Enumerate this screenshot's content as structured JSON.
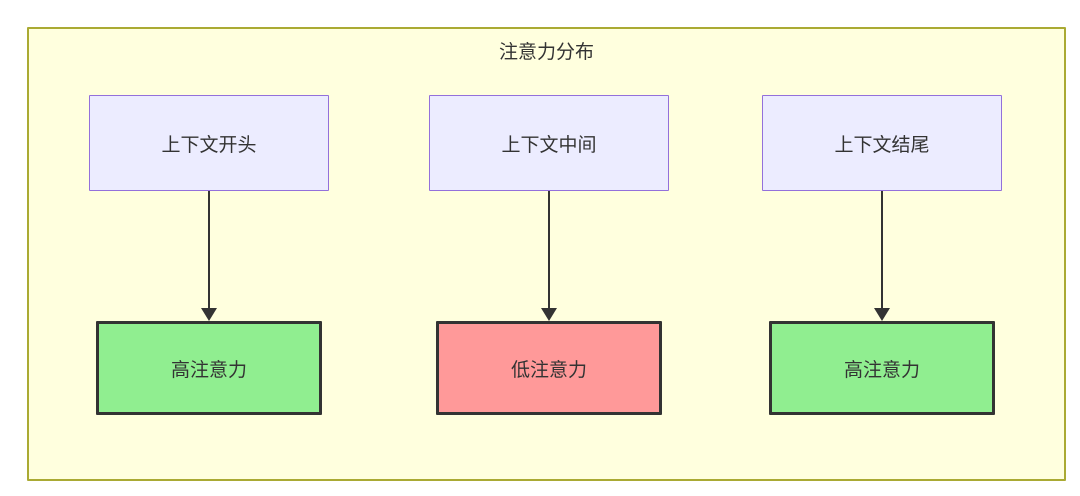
{
  "diagram": {
    "title": "注意力分布",
    "columns": [
      {
        "source": "上下文开头",
        "target": "高注意力",
        "target_type": "high"
      },
      {
        "source": "上下文中间",
        "target": "低注意力",
        "target_type": "low"
      },
      {
        "source": "上下文结尾",
        "target": "高注意力",
        "target_type": "high"
      }
    ],
    "colors": {
      "container_fill": "#ffffde",
      "container_border": "#aaaa33",
      "source_node_fill": "#ececff",
      "source_node_border": "#9370db",
      "high_attention_fill": "#90ee90",
      "low_attention_fill": "#ff9999",
      "result_node_border": "#333333",
      "text": "#333333",
      "arrow": "#333333"
    }
  }
}
